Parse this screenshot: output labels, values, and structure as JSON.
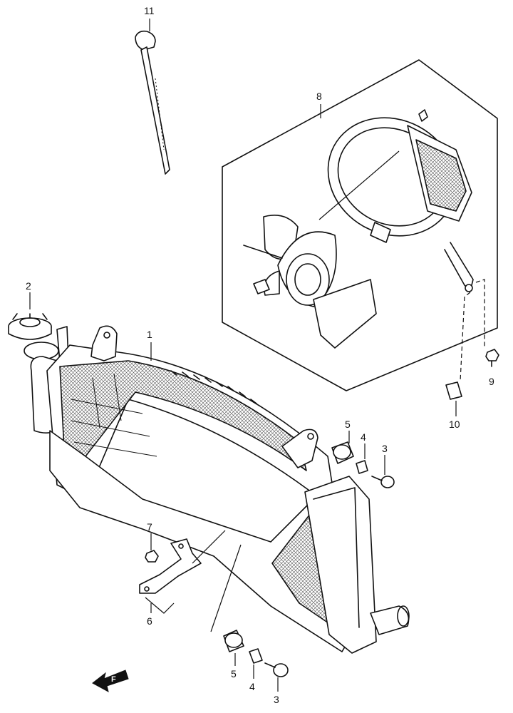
{
  "callouts": {
    "c1": "1",
    "c2": "2",
    "c3a": "3",
    "c3b": "3",
    "c4a": "4",
    "c4b": "4",
    "c5a": "5",
    "c5b": "5",
    "c6": "6",
    "c7": "7",
    "c8": "8",
    "c9": "9",
    "c10": "10",
    "c11": "11"
  },
  "direction_marker": {
    "text": "F"
  }
}
